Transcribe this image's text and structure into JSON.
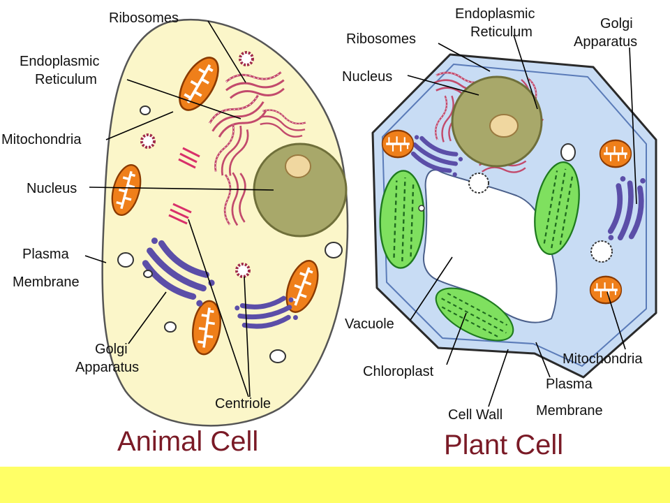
{
  "colors": {
    "animal_cytoplasm": "#fbf6c9",
    "plant_cytoplasm": "#c8dcf4",
    "nucleus": "#a8a86a",
    "nucleolus": "#f0d7a0",
    "mitochondria": "#ef7f1a",
    "chloroplast": "#7fe05f",
    "golgi": "#5b4ea8",
    "er": "#c24a6c",
    "title": "#7a1a26",
    "bottom_bar": "#ffff66"
  },
  "animal": {
    "title": "Animal Cell",
    "labels": {
      "ribosomes": "Ribosomes",
      "er_line1": "Endoplasmic",
      "er_line2": "Reticulum",
      "mitochondria": "Mitochondria",
      "nucleus": "Nucleus",
      "plasma_line1": "Plasma",
      "plasma_line2": "Membrane",
      "golgi_line1": "Golgi",
      "golgi_line2": "Apparatus",
      "centriole": "Centriole"
    }
  },
  "plant": {
    "title": "Plant Cell",
    "labels": {
      "er_line1": "Endoplasmic",
      "er_line2": "Reticulum",
      "golgi_line1": "Golgi",
      "golgi_line2": "Apparatus",
      "ribosomes": "Ribosomes",
      "nucleus": "Nucleus",
      "vacuole": "Vacuole",
      "chloroplast": "Chloroplast",
      "cell_wall": "Cell Wall",
      "plasma_line1": "Plasma",
      "plasma_line2": "Membrane",
      "mitochondria": "Mitochondria"
    }
  }
}
